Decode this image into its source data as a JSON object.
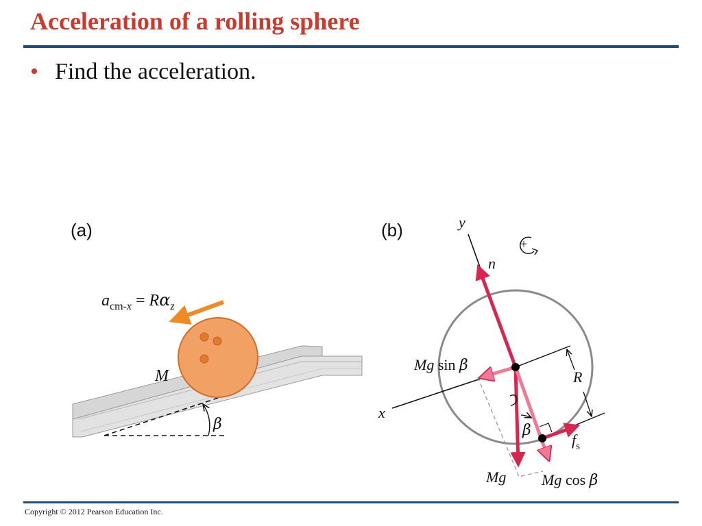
{
  "slide": {
    "title": "Acceleration of a rolling sphere",
    "bullets": [
      {
        "marker": "•",
        "text": "Find the acceleration."
      }
    ],
    "footer": "Copyright © 2012 Pearson Education Inc."
  },
  "figure": {
    "panel_a": {
      "label": "(a)",
      "eq_a": "a",
      "eq_sub": "cm-",
      "eq_sub_x": "x",
      "eq_equals": " = ",
      "eq_R": "R",
      "eq_alpha": "α",
      "eq_z": "z",
      "mass_label": "M",
      "angle_label": "β"
    },
    "panel_b": {
      "label": "(b)",
      "axis_y": "y",
      "axis_x": "x",
      "rotation_sign": "+",
      "normal": "n",
      "mg_sin_M": "Mg",
      "mg_sin_fn": " sin ",
      "mg_sin_beta": "β",
      "radius": "R",
      "mg": "Mg",
      "mg_cos_M": "Mg",
      "mg_cos_fn": " cos ",
      "mg_cos_beta": "β",
      "friction_f": "f",
      "friction_sub": "s",
      "angle_label": "β"
    },
    "colors": {
      "title": "#cc3a2e",
      "rule": "#1f4e7a",
      "sphere_fill": "#f2a164",
      "sphere_stroke": "#cf6f2a",
      "accel_arrow": "#f08a24",
      "force_arrow": "#d9264f",
      "component_arrow": "#f07a95",
      "ramp_fill": "#d6d6d6",
      "circle_stroke": "#8a8a8a"
    }
  }
}
